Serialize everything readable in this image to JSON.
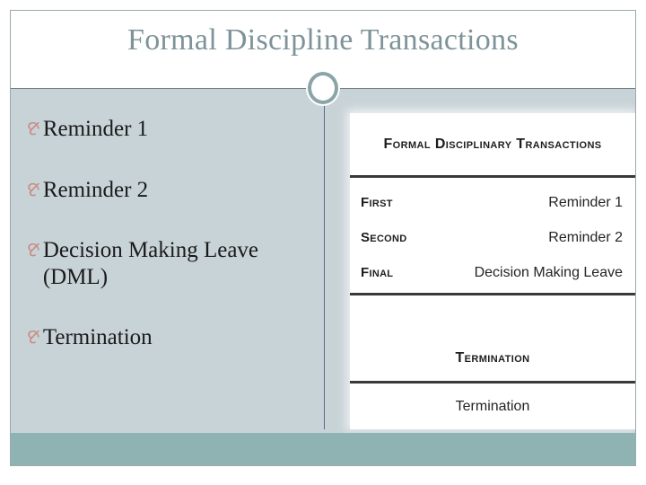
{
  "slide": {
    "title": "Formal Discipline Transactions",
    "title_color": "#7e9399",
    "body_background": "#c8d3d8",
    "footer_color": "#8fb3b3",
    "divider_color": "#6e7f86",
    "column_rule_color": "#5b6b84",
    "ring_color": "#8ba4aa"
  },
  "bullets": {
    "marker_glyph": "⅋",
    "marker_color": "#c98d85",
    "items": [
      {
        "label": "Reminder 1"
      },
      {
        "label": "Reminder 2"
      },
      {
        "label": "Decision Making Leave (DML)"
      },
      {
        "label": "Termination"
      }
    ]
  },
  "figure": {
    "heading": "Formal Disciplinary Transactions",
    "stages": [
      {
        "stage": "First",
        "action": "Reminder 1"
      },
      {
        "stage": "Second",
        "action": "Reminder 2"
      },
      {
        "stage": "Final",
        "action": "Decision Making Leave"
      }
    ],
    "termination_heading": "Termination",
    "termination_action": "Termination"
  }
}
